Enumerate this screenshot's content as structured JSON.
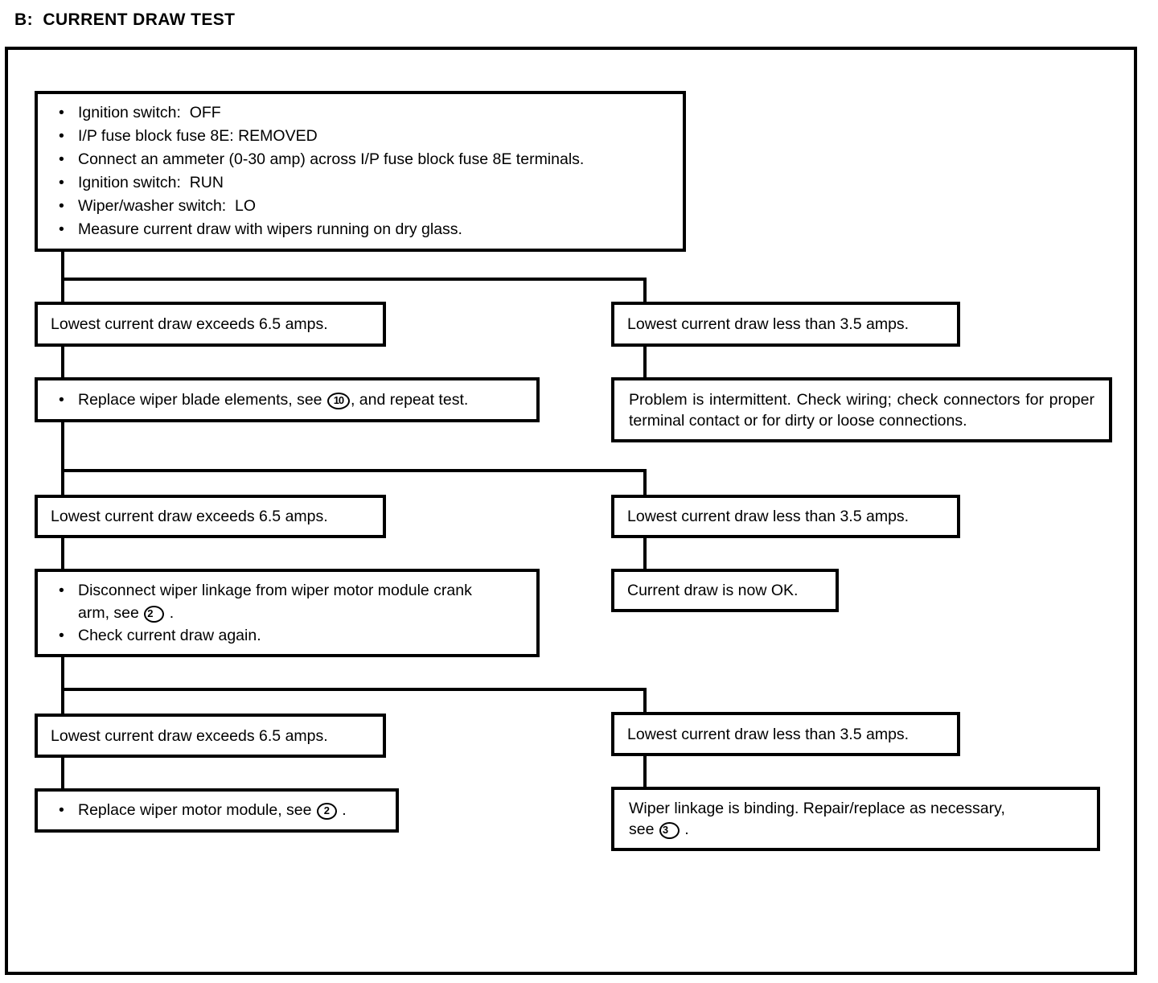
{
  "title": "B:  CURRENT DRAW TEST",
  "boxes": {
    "setup": {
      "name": "setup-conditions-box",
      "items": [
        "Ignition switch:  OFF",
        "I/P fuse block fuse 8E: REMOVED",
        "Connect an ammeter (0-30 amp) across I/P fuse block fuse 8E terminals.",
        "Ignition switch:  RUN",
        "Wiper/washer switch:  LO",
        "Measure current draw with wipers running on dry glass."
      ]
    },
    "exceeds_1": {
      "name": "exceeds-6-5-amps-1",
      "text": "Lowest current draw exceeds 6.5 amps."
    },
    "less_1": {
      "name": "less-than-3-5-amps-1",
      "text": "Lowest current draw less than 3.5 amps."
    },
    "action_1": {
      "name": "replace-wiper-blade-elements-box",
      "prefix": "Replace wiper blade elements, see ",
      "ref": "10",
      "suffix": ", and repeat test."
    },
    "result_1": {
      "name": "problem-intermittent-box",
      "text": "Problem is intermittent. Check wiring; check connectors for proper terminal contact or for dirty or loose connections."
    },
    "exceeds_2": {
      "name": "exceeds-6-5-amps-2",
      "text": "Lowest current draw exceeds 6.5 amps."
    },
    "less_2": {
      "name": "less-than-3-5-amps-2",
      "text": "Lowest current draw less than 3.5 amps."
    },
    "action_2": {
      "name": "disconnect-wiper-linkage-box",
      "line1_prefix": "Disconnect wiper linkage from wiper motor module crank",
      "line2_prefix": "arm, see ",
      "ref": "2",
      "line2_suffix": " .",
      "item2": "Check current draw again."
    },
    "result_2": {
      "name": "current-draw-ok-box",
      "text": "Current draw is now OK."
    },
    "exceeds_3": {
      "name": "exceeds-6-5-amps-3",
      "text": "Lowest current draw exceeds 6.5 amps."
    },
    "less_3": {
      "name": "less-than-3-5-amps-3",
      "text": "Lowest current draw less than 3.5 amps."
    },
    "action_3": {
      "name": "replace-wiper-motor-module-box",
      "prefix": "Replace wiper motor module, see ",
      "ref": "2",
      "suffix": " ."
    },
    "result_3": {
      "name": "wiper-linkage-binding-box",
      "line1": "Wiper linkage is binding. Repair/replace as necessary,",
      "line2_prefix": "see ",
      "ref": "3",
      "line2_suffix": " ."
    }
  },
  "colors": {
    "ink": "#000000",
    "paper": "#ffffff"
  }
}
